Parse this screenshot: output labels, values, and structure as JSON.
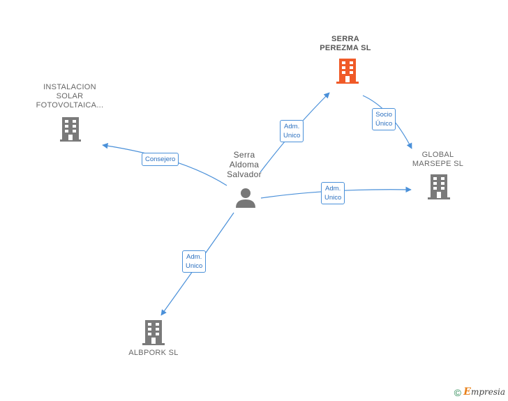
{
  "nodes": {
    "instalacion": {
      "label": "INSTALACION\nSOLAR\nFOTOVOLTAICA...",
      "icon": "building-icon",
      "color": "#7a7a7a"
    },
    "serra_perezma": {
      "label": "SERRA\nPEREZMA  SL",
      "icon": "building-icon",
      "color": "#f05a28"
    },
    "global_marsepe": {
      "label": "GLOBAL\nMARSEPE  SL",
      "icon": "building-icon",
      "color": "#7a7a7a"
    },
    "albpork": {
      "label": "ALBPORK  SL",
      "icon": "building-icon",
      "color": "#7a7a7a"
    },
    "person": {
      "label": "Serra\nAldoma\nSalvador",
      "icon": "person-icon",
      "color": "#777777"
    }
  },
  "edges": {
    "consejero": {
      "label": "Consejero"
    },
    "adm_serra": {
      "label": "Adm.\nUnico"
    },
    "socio_unico": {
      "label": "Socio\nÚnico"
    },
    "adm_global": {
      "label": "Adm.\nUnico"
    },
    "adm_albpork": {
      "label": "Adm.\nUnico"
    }
  },
  "colors": {
    "edge": "#4a90d9"
  },
  "footer": {
    "copyright": "©",
    "brand_initial": "E",
    "brand_rest": "mpresia"
  }
}
